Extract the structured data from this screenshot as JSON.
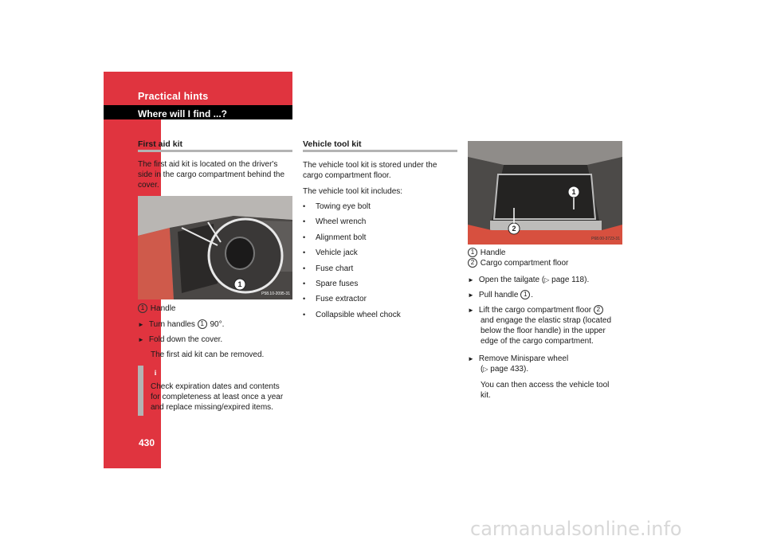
{
  "header": {
    "section_title": "Practical hints",
    "subtitle": "Where will I find ...?",
    "page_number": "430"
  },
  "col1": {
    "heading": "First aid kit",
    "intro": [
      "The first aid kit is located on the driver's",
      "side in the cargo compartment behind the",
      "cover."
    ],
    "photo_ref": "P58.10-2095-31",
    "legend": [
      {
        "num": "1",
        "label": "Handle"
      }
    ],
    "steps": [
      {
        "pre": "Turn handles",
        "num": "1",
        "post": "90°."
      },
      {
        "text": "Fold down the cover."
      }
    ],
    "result": "The first aid kit can be removed.",
    "info_icon": "info-icon",
    "info_lines": [
      "Check expiration dates and contents",
      "for completeness at least once a year",
      "and replace missing/expired items."
    ]
  },
  "col2": {
    "heading": "Vehicle tool kit",
    "intro": [
      "The vehicle tool kit is stored under the",
      "cargo compartment floor."
    ],
    "includes": "The vehicle tool kit includes:",
    "items": [
      "Towing eye bolt",
      "Wheel wrench",
      "Alignment bolt",
      "Vehicle jack",
      "Fuse chart",
      "Spare fuses",
      "Fuse extractor",
      "Collapsible wheel chock"
    ]
  },
  "col3": {
    "photo_ref": "P68.00-3723-31",
    "legend": [
      {
        "num": "1",
        "label": "Handle"
      },
      {
        "num": "2",
        "label": "Cargo compartment floor"
      }
    ],
    "step1": {
      "pre": "Open the tailgate (",
      "arrow": "▷",
      "post": "page 118)."
    },
    "step2": {
      "pre": "Pull handle",
      "num": "1",
      "post": "."
    },
    "step3": {
      "l1pre": "Lift the cargo compartment floor",
      "num": "2",
      "l2": "and engage the elastic strap (located",
      "l3": "below the floor handle) in the upper",
      "l4": "edge of the cargo compartment."
    },
    "step4": {
      "l1": "Remove Minispare wheel",
      "l2pre": "(",
      "arrow": "▷",
      "l2post": "page 433)."
    },
    "result": [
      "You can then access the vehicle tool",
      "kit."
    ]
  },
  "colors": {
    "accent": "#e0343f",
    "black_tab": "#000000",
    "rule": "#b3b3b3",
    "info_bar": "#b3b3b3"
  },
  "footer": {
    "watermark": "carmanualsonline.info"
  }
}
